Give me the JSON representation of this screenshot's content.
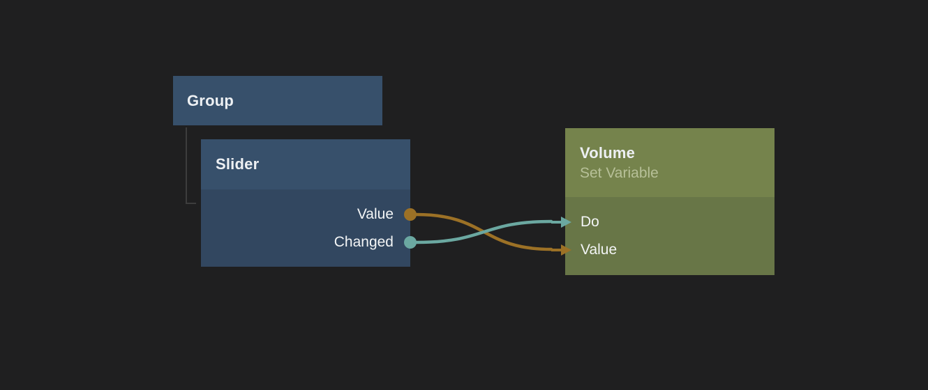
{
  "colors": {
    "background": "#1f1f20",
    "node_blue_header": "#37506b",
    "node_blue_body": "#324760",
    "node_green_header": "#75834c",
    "node_green_body": "#687647",
    "port_orange": "#9c7126",
    "port_teal": "#6ba8a1",
    "group_child_line": "#3d3d3d"
  },
  "nodes": {
    "group": {
      "title": "Group"
    },
    "slider": {
      "title": "Slider",
      "outputs": [
        {
          "label": "Value",
          "color": "#9c7126"
        },
        {
          "label": "Changed",
          "color": "#6ba8a1"
        }
      ]
    },
    "volume": {
      "title": "Volume",
      "subtitle": "Set Variable",
      "inputs": [
        {
          "label": "Do",
          "color": "#6ba8a1"
        },
        {
          "label": "Value",
          "color": "#9c7126"
        }
      ]
    }
  },
  "connections": [
    {
      "from": "Slider.Value",
      "to": "Volume.Value",
      "color": "#9c7126"
    },
    {
      "from": "Slider.Changed",
      "to": "Volume.Do",
      "color": "#6ba8a1"
    }
  ]
}
